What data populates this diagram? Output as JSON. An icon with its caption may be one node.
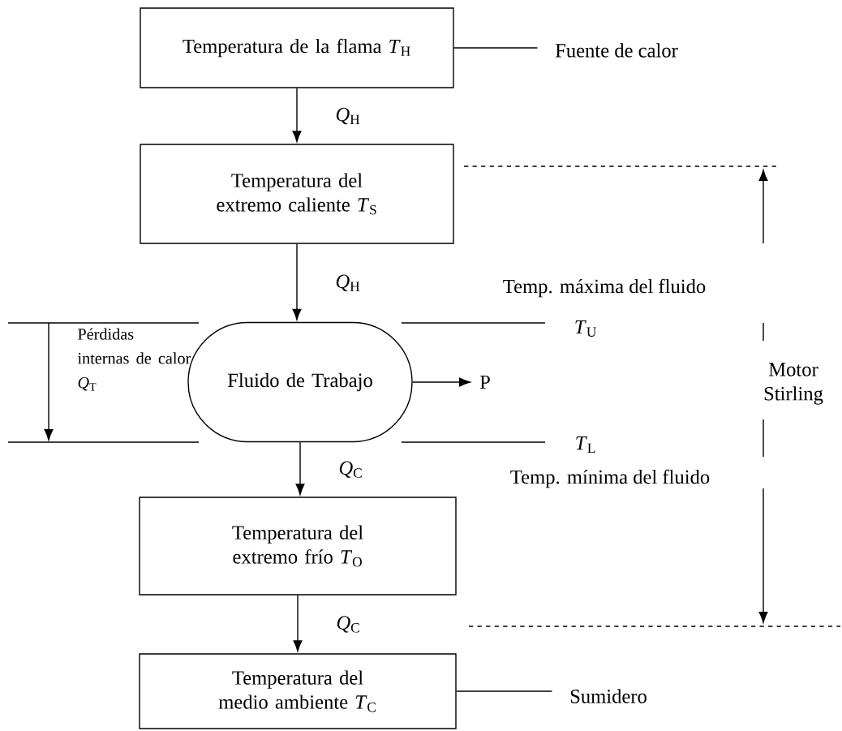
{
  "diagram": {
    "nodes": [
      {
        "text": [
          "Temperatura de la flama *T*$_{H}$"
        ]
      },
      {
        "text": [
          "Fuente de calor"
        ]
      },
      {
        "text": [
          "Temperatura del extremo caliente *T*$_{S}$"
        ]
      },
      {
        "text": [
          "Fluido de Trabajo"
        ]
      },
      {
        "text": [
          "P"
        ]
      },
      {
        "text": [
          "Temperatura del extremo frío *T*$_{O}$"
        ]
      },
      {
        "text": [
          "Temperatura del medio ambiente *T*$_{C}$"
        ]
      },
      {
        "text": [
          "Sumidero"
        ]
      }
    ],
    "edges": [
      {
        "from": 0,
        "to": 1,
        "arrow": "none"
      },
      {
        "from": 0,
        "to": 2,
        "arrow": "to",
        "label": "*Q*$_{H}$"
      },
      {
        "from": 2,
        "to": 3,
        "arrow": "to",
        "label": "*Q*$_{H}$"
      },
      {
        "from": 3,
        "to": 4,
        "arrow": "to"
      },
      {
        "from": 3,
        "to": 5,
        "arrow": "to",
        "label": "*Q*$_{C}$"
      },
      {
        "from": 5,
        "to": 6,
        "arrow": "to",
        "label": "*Q*$_{C}$"
      },
      {
        "from": 6,
        "to": 7,
        "arrow": "none"
      }
    ],
    "labels": [
      "Pérdidas internas de calor *Q*$_{T}$",
      "Temp. máxima del fluido",
      "*T*$_{U}$",
      "*T*$_{L}$",
      "Temp. mínima del fluido",
      "Motor Stirling"
    ]
  }
}
